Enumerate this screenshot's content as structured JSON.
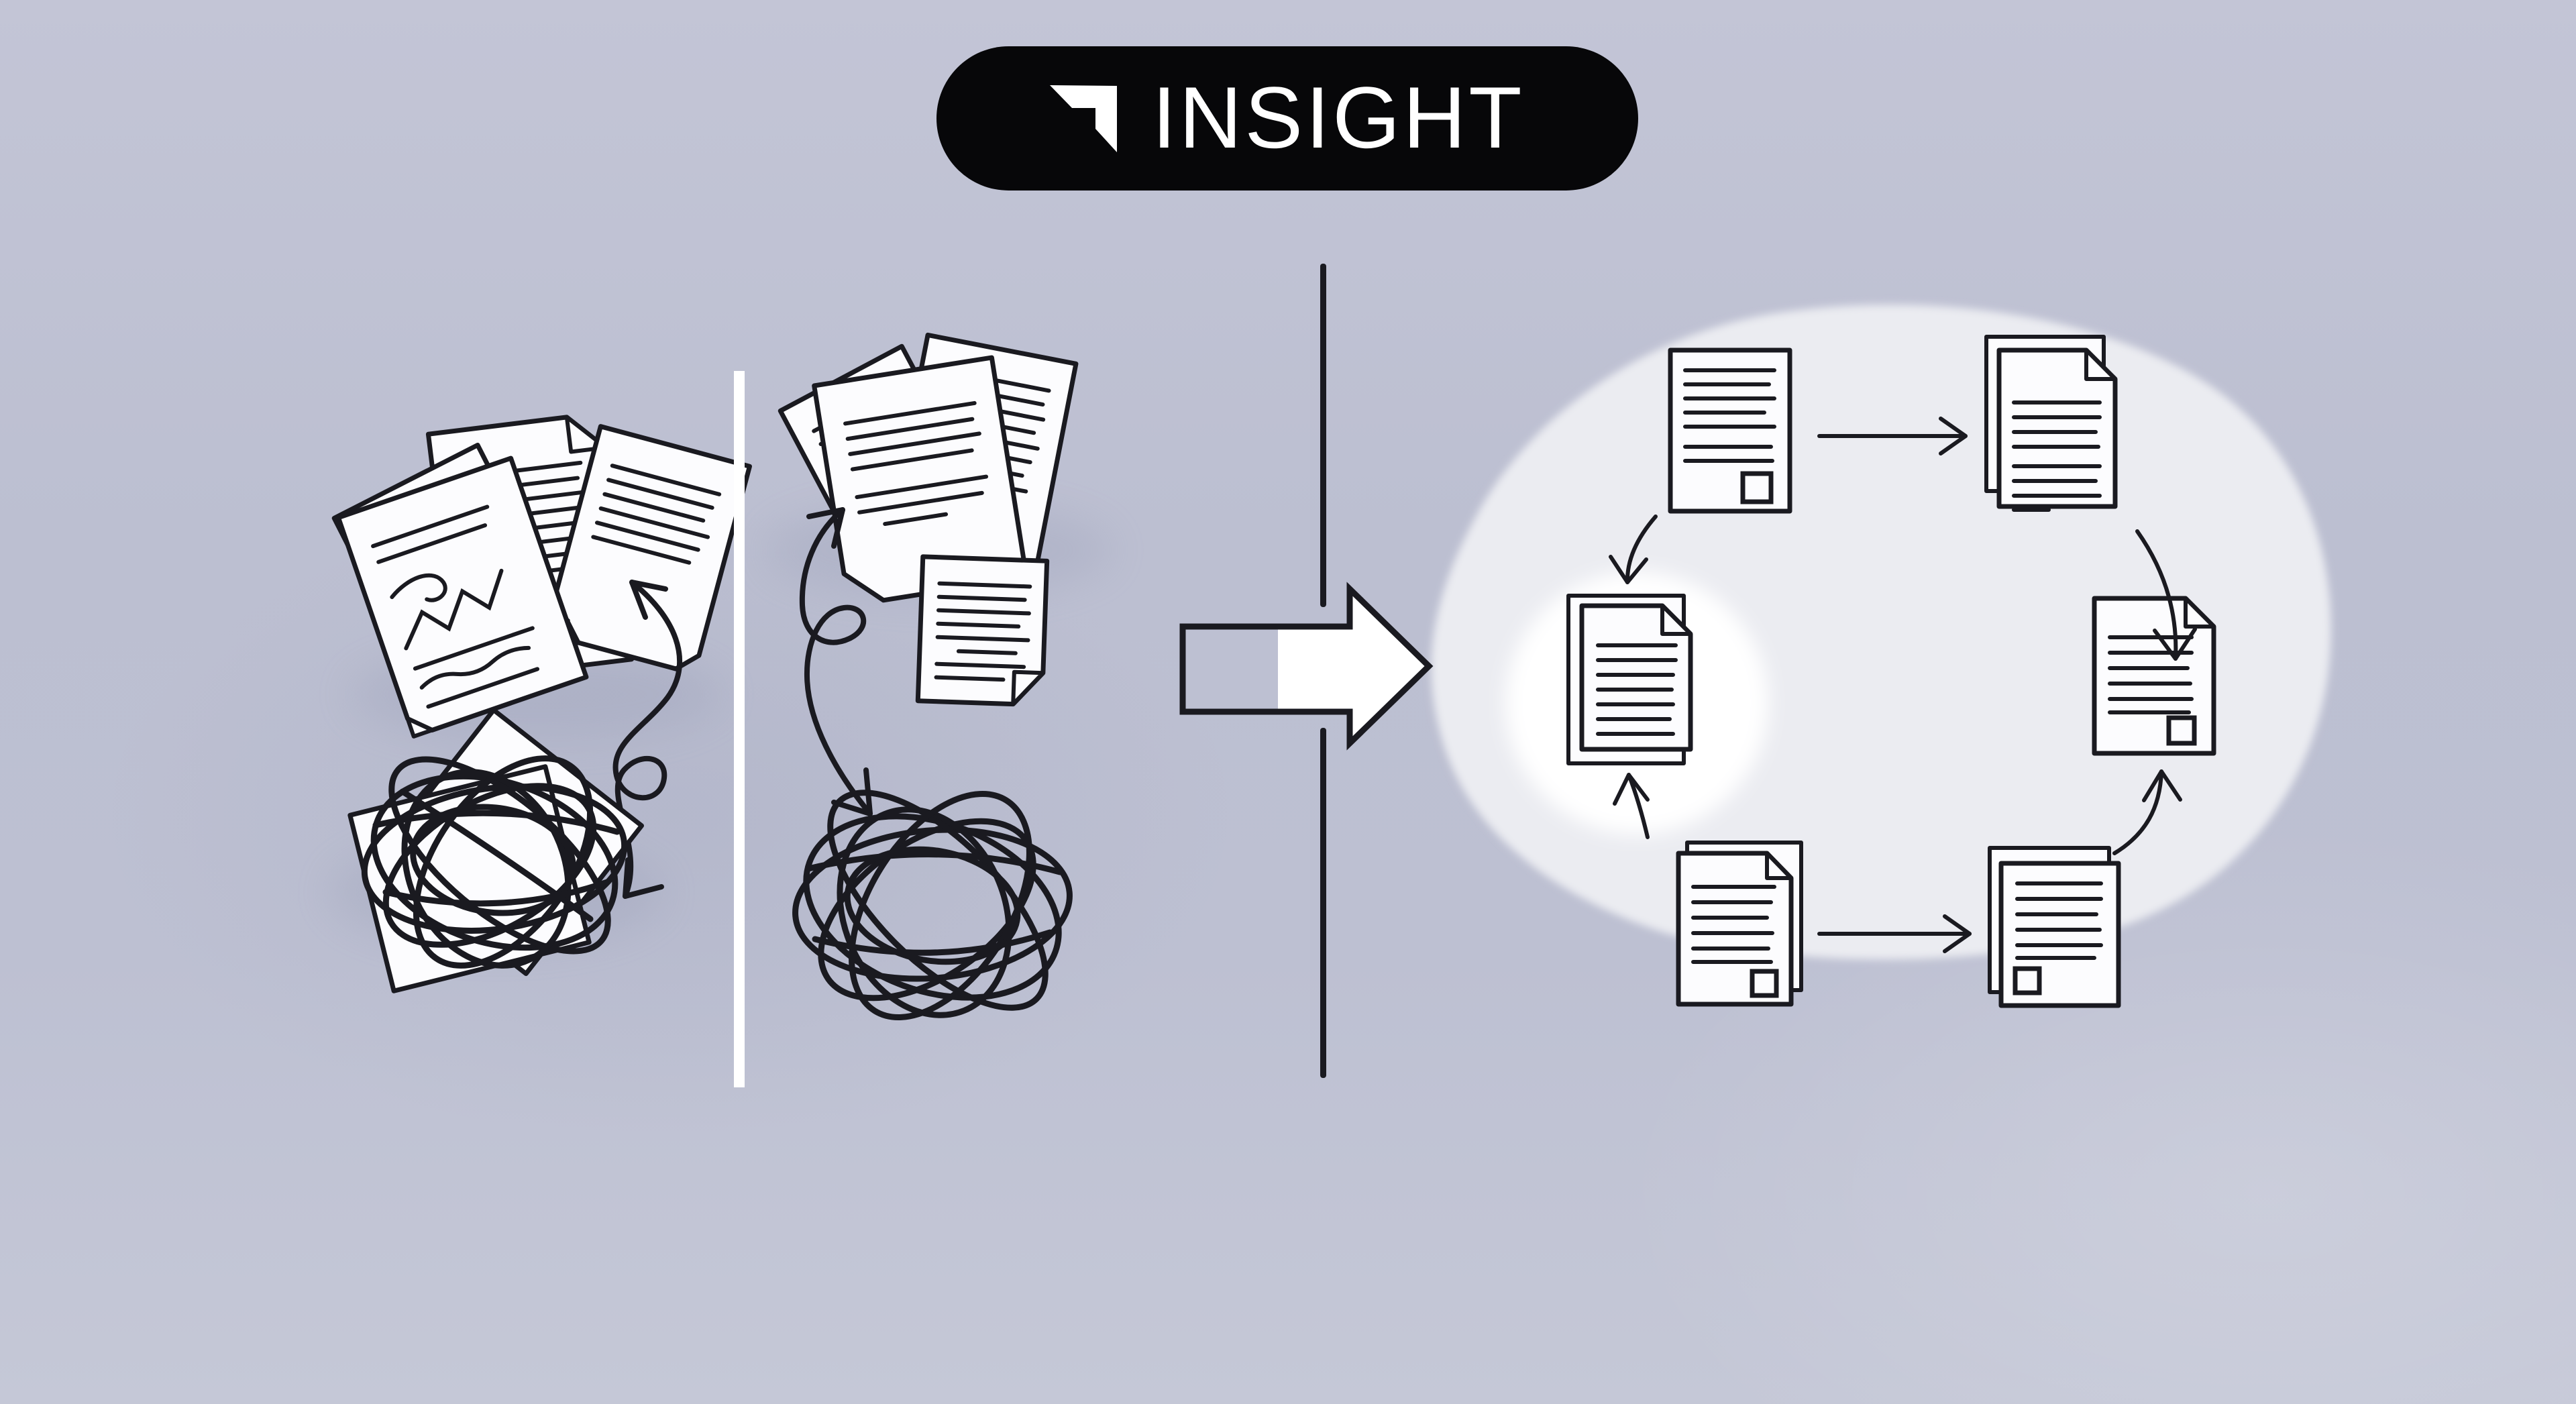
{
  "badge": {
    "label": "INSIGHT",
    "icon": "insight-flag-icon"
  },
  "palette": {
    "background": "#c1c4d5",
    "ink": "#1a1a20",
    "paper": "#fcfcfe",
    "blob": "#ebecf1",
    "highlight": "#ffffff",
    "divider": "#ffffff",
    "badge-bg": "#070709",
    "badge-fg": "#ffffff"
  },
  "panels": {
    "left": {
      "name": "scattered-documents-to-tangle",
      "items": [
        "messy-document-pile",
        "looping-double-arrow",
        "scribble-tangle-over-papers"
      ]
    },
    "middle": {
      "name": "stacked-documents-to-tangle",
      "items": [
        "messy-document-stack",
        "single-document",
        "looping-double-arrow",
        "scribble-tangle"
      ]
    },
    "right": {
      "name": "organized-document-cycle",
      "items": [
        "doc-top-left",
        "doc-top-right",
        "doc-right",
        "doc-bottom-right",
        "doc-bottom-left",
        "doc-center-highlighted"
      ],
      "flow": [
        "doc-top-left -> doc-top-right",
        "doc-top-right -> doc-right",
        "doc-bottom-right -> doc-right",
        "doc-bottom-left -> doc-bottom-right",
        "doc-bottom-left -> doc-center-highlighted",
        "doc-top-left -> doc-center-highlighted"
      ]
    }
  },
  "transform_arrow": {
    "name": "chaos-to-order-arrow",
    "direction": "right"
  }
}
